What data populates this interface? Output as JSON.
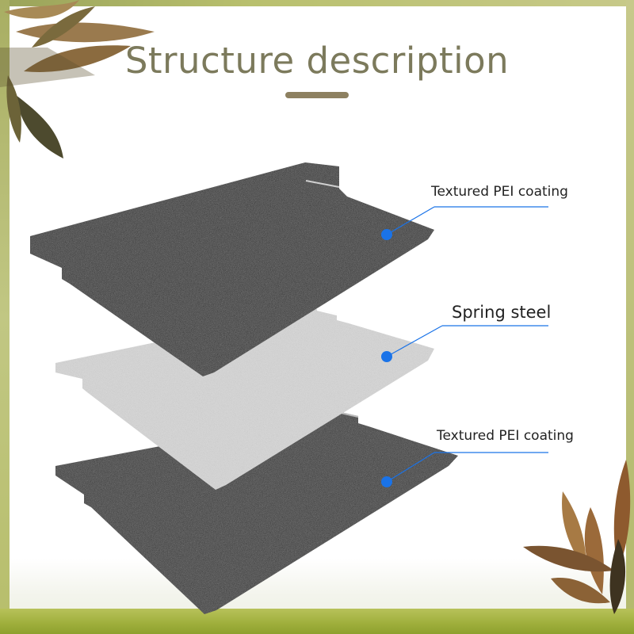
{
  "header": {
    "title": "Structure description"
  },
  "layers": [
    {
      "label": "Textured PEI coating",
      "surface": "#2a2a2a"
    },
    {
      "label": "Spring steel",
      "surface": "#dcdcdc"
    },
    {
      "label": "Textured PEI coating",
      "surface": "#2a2a2a"
    }
  ],
  "colors": {
    "title": "#7c7a5c",
    "accent_bar": "#8d8060",
    "pointer": "#1a73e8",
    "frame": "#a9b05f"
  },
  "icons": [
    "leaf-decoration-top-left",
    "leaf-decoration-bottom-right",
    "pointer-dot-icon"
  ]
}
